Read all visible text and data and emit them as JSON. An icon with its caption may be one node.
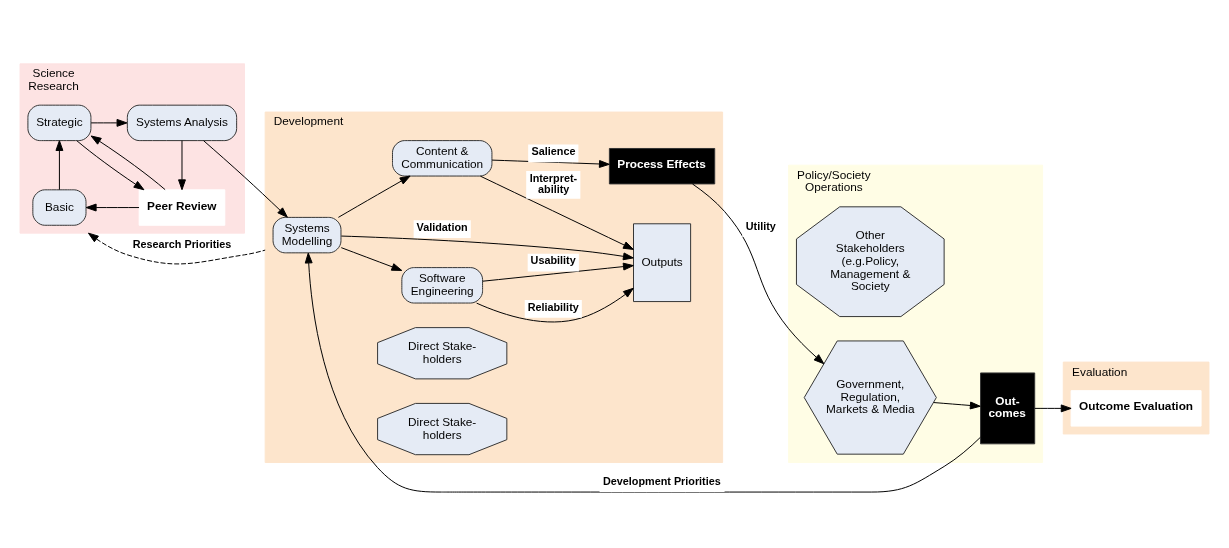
{
  "diagram": {
    "nodes": [
      {
        "text": [
          "Science",
          "Research"
        ]
      },
      {
        "text": [
          "Basic"
        ],
        "in": 0
      },
      {
        "text": [
          "Peer Review"
        ],
        "in": 0
      },
      {
        "text": [
          "Strategic"
        ],
        "in": 0
      },
      {
        "text": [
          "Systems Analysis"
        ],
        "in": 0
      },
      {
        "text": [
          "Development"
        ]
      },
      {
        "text": [
          "Systems Modelling"
        ],
        "in": 5
      },
      {
        "text": [
          "Software Engineering"
        ],
        "in": 5
      },
      {
        "text": [
          "Direct Stake- holders"
        ],
        "in": 5
      },
      {
        "text": [
          "Outputs"
        ],
        "in": 5
      },
      {
        "text": [
          "Process Effects"
        ],
        "in": 5
      },
      {
        "text": [
          "Direct Stake- holders"
        ],
        "in": 5
      },
      {
        "text": [
          "Content & Communication"
        ],
        "in": 5
      },
      {
        "text": [
          "Policy/Society",
          "Operations"
        ]
      },
      {
        "text": [
          "Other Stakeholders (e.g.Policy, Management & Society"
        ],
        "in": 13
      },
      {
        "text": [
          "Government, Regulation, Markets & Media"
        ],
        "in": 13
      },
      {
        "text": [
          "Out- comes"
        ],
        "in": 13
      },
      {
        "text": [
          "Evaluation"
        ]
      },
      {
        "text": [
          "Outcome Evaluation"
        ],
        "in": 17
      }
    ],
    "edges": [
      {
        "from": 2,
        "to": 1,
        "arrow": "to"
      },
      {
        "from": 2,
        "to": 3,
        "arrow": "to"
      },
      {
        "from": 1,
        "to": 3,
        "arrow": "to"
      },
      {
        "from": 3,
        "to": 2,
        "arrow": "to"
      },
      {
        "from": 4,
        "to": 2,
        "arrow": "to"
      },
      {
        "from": 3,
        "to": 4,
        "arrow": "to"
      },
      {
        "from": 4,
        "to": 6,
        "arrow": "to"
      },
      {
        "from": 6,
        "to": 7,
        "arrow": "to"
      },
      {
        "from": 6,
        "to": 12,
        "arrow": "to"
      },
      {
        "from": 6,
        "to": 9,
        "arrow": "to",
        "label": "Validation"
      },
      {
        "from": 7,
        "to": 9,
        "arrow": "to",
        "label": "Reliability"
      },
      {
        "from": 7,
        "to": 9,
        "arrow": "to",
        "label": "Usability"
      },
      {
        "from": 12,
        "to": 9,
        "arrow": "to",
        "label": "Interpret- ability"
      },
      {
        "from": 12,
        "to": 10,
        "arrow": "to",
        "label": "Salience"
      },
      {
        "from": 10,
        "to": 15,
        "arrow": "to",
        "label": "Utility"
      },
      {
        "from": 15,
        "to": 16,
        "arrow": "to"
      },
      {
        "from": 16,
        "to": 18,
        "arrow": "to"
      },
      {
        "from": 16,
        "to": 6,
        "arrow": "to",
        "label": "Development Priorities"
      },
      {
        "from": 5,
        "to": 0,
        "arrow": "to",
        "label": "Research Priorities",
        "style": "dashed"
      }
    ]
  }
}
